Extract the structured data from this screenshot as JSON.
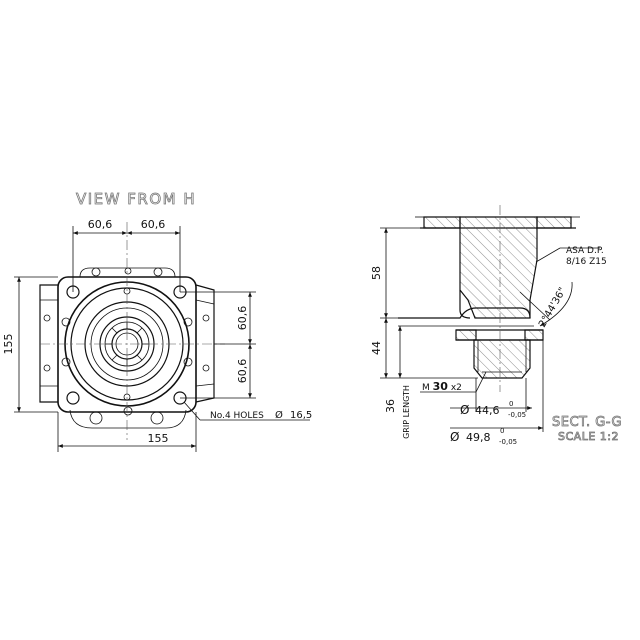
{
  "front_view": {
    "title": "VIEW FROM H",
    "dim_top_left": "60,6",
    "dim_top_right": "60,6",
    "dim_left": "155",
    "dim_bottom": "155",
    "dim_right_top": "60,6",
    "dim_right_bottom": "60,6",
    "holes_label": "No.4 HOLES",
    "holes_symbol": "Ø",
    "holes_value": "16,5"
  },
  "section_view": {
    "dim_58": "58",
    "dim_44": "44",
    "dim_36": "36",
    "grip_length": "GRIP LENGTH",
    "thread_prefix": "M",
    "thread_value": "30",
    "thread_suffix": "x2",
    "asa_line1": "ASA D.P.",
    "asa_line2": "8/16  Z15",
    "angle": "2°44'36\"",
    "dia1_symbol": "Ø",
    "dia1_value": "44,6",
    "dia1_tol_upper": "0",
    "dia1_tol_lower": "-0,05",
    "dia2_symbol": "Ø",
    "dia2_value": "49,8",
    "dia2_tol_upper": "0",
    "dia2_tol_lower": "-0,05",
    "sect_label": "SECT. G-G",
    "scale_label": "SCALE 1:2"
  }
}
